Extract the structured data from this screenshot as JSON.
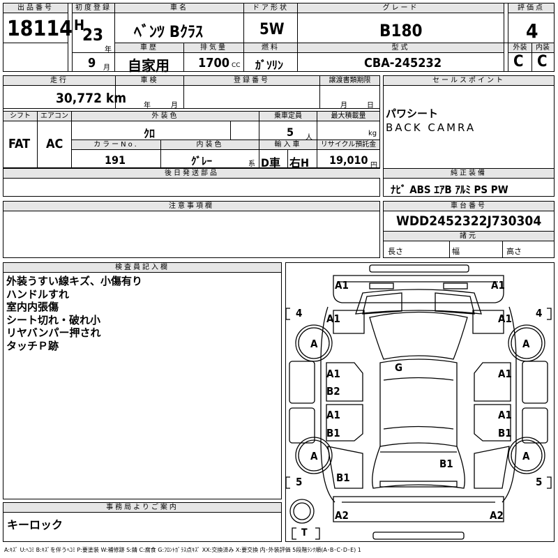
{
  "header": {
    "lot_label": "出品番号",
    "lot": "18114",
    "first_reg_label": "初度登録",
    "era": "H",
    "year": "23",
    "year_unit": "年",
    "month": "9",
    "month_unit": "月",
    "name_label": "車名",
    "name": "ﾍﾞﾝﾂ Bｸﾗｽ",
    "door_label": "ドア形状",
    "door": "5W",
    "grade_label": "グレード",
    "grade": "B180",
    "score_label": "評価点",
    "score": "4",
    "history_label": "車歴",
    "history": "自家用",
    "cc_label": "排気量",
    "cc": "1700",
    "cc_unit": "CC",
    "fuel_label": "燃料",
    "fuel": "ｶﾞｿﾘﾝ",
    "model_label": "型式",
    "model": "CBA-245232",
    "ext_label": "外装",
    "ext": "C",
    "int_label": "内装",
    "int": "C"
  },
  "row2": {
    "mileage_label": "走行",
    "mileage": "30,772 km",
    "inspection_label": "車検",
    "insp_year_unit": "年",
    "insp_month_unit": "月",
    "regno_label": "登録番号",
    "transfer_label": "譲渡書類期限",
    "transfer_month_unit": "月",
    "transfer_day_unit": "日",
    "shift_label": "シフト",
    "shift": "FAT",
    "ac_label": "エアコン",
    "ac": "AC",
    "color_label": "外装色",
    "color": "ｸﾛ",
    "seats_label": "乗車定員",
    "seats": "5",
    "seats_unit": "人",
    "load_label": "最大積載量",
    "load_unit": "kg",
    "colorno_label": "カラーNo.",
    "colorno": "191",
    "intcolor_label": "内装色",
    "intcolor": "ｸﾞﾚｰ",
    "intcolor_unit": "系",
    "import_label": "輸入車",
    "import1": "D車",
    "import2": "右H",
    "recycle_label": "リサイクル預託金",
    "recycle": "19,010",
    "recycle_unit": "円",
    "later_label": "後日発送部品"
  },
  "sales": {
    "label": "セールスポイント",
    "lines": [
      "パワシート",
      "BACK CAMRA"
    ]
  },
  "equip": {
    "label": "純正装備",
    "text": "ﾅﾋﾞ ABS ｴｱB ｱﾙﾐ PS PW"
  },
  "notes": {
    "label": "注意事項欄"
  },
  "chassis": {
    "label": "車台番号",
    "number": "WDD2452322J730304",
    "spec_label": "諸元",
    "length": "長さ",
    "width": "幅",
    "height": "高さ"
  },
  "inspector": {
    "label": "検査員記入欄",
    "lines": [
      "外装うすい線キズ、小傷有り",
      "ハンドルすれ",
      "室内内張傷",
      "シート切れ・破れ小",
      "リヤバンパー押され",
      "タッチＰ跡"
    ]
  },
  "office": {
    "label": "事務局よりご案内",
    "text": "キーロック"
  },
  "diagram": {
    "marks": {
      "a1_fl": "A1",
      "a1_fr": "A1",
      "a1_sl": "A1",
      "a1_sr": "A1",
      "wheel_fl": "A",
      "wheel_fr": "A",
      "wheel_rl": "A",
      "wheel_rr": "A",
      "g": "G",
      "a1_dl1": "A1",
      "b2_dl1": "B2",
      "a1_dl2": "A1",
      "b1_dl2": "B1",
      "a1_dr1": "A1",
      "a1_dr2": "A1",
      "b1_dr2": "B1",
      "b1_rear": "B1",
      "b1_rl": "B1",
      "a2_l": "A2",
      "a2_r": "A2",
      "tire_fl": "4",
      "tire_fr": "4",
      "tire_rl": "5",
      "tire_rr": "5",
      "spare": "T"
    }
  },
  "footer": "A:ｷｽﾞ U:ﾍｺﾐ B:ｷｽﾞを伴うﾍｺﾐ P:要塗装 W:補修跡 S:錆 C:腐食 G:ﾌﾛﾝﾄｶﾞﾗｽ点ｷｽﾞ XX:交換済み X:要交換 内･外装評価 5段階ﾗﾝｸ順(A･B･C･D･E) 1"
}
